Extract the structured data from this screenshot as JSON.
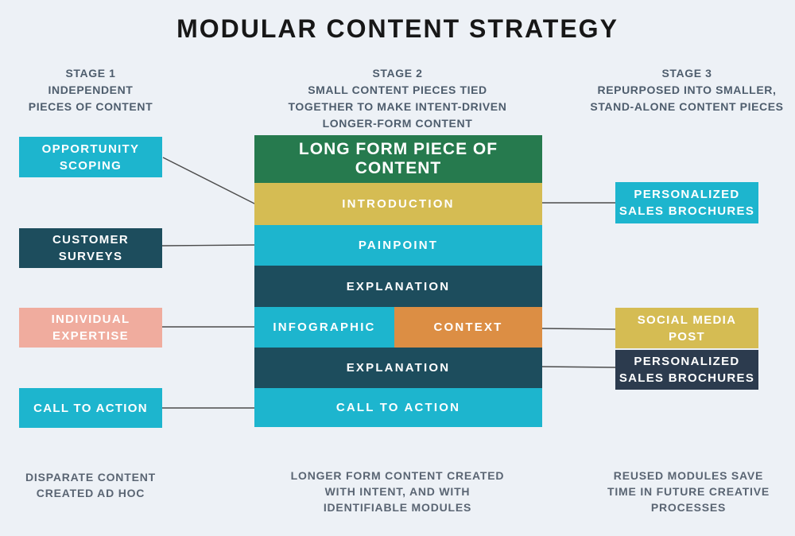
{
  "title": "MODULAR CONTENT STRATEGY",
  "colors": {
    "background": "#edf1f6",
    "cyan": "#1db5ce",
    "dark_teal": "#1d4d5d",
    "salmon": "#f0ac9e",
    "green": "#267a4e",
    "gold": "#d5bc53",
    "orange": "#dc8e44",
    "navy": "#2c3b4e",
    "title_text": "#171717",
    "heading_text": "#4e5d6d",
    "caption_text": "#5a6573",
    "connector_line": "#4c4c4c"
  },
  "stages": [
    {
      "label": "STAGE 1\nINDEPENDENT\nPIECES OF CONTENT"
    },
    {
      "label": "STAGE 2\nSMALL CONTENT PIECES TIED\nTOGETHER TO MAKE INTENT-DRIVEN\nLONGER-FORM CONTENT"
    },
    {
      "label": "STAGE 3\nREPURPOSED INTO SMALLER,\nSTAND-ALONE CONTENT PIECES"
    }
  ],
  "left_boxes": [
    {
      "label": "OPPORTUNITY\nSCOPING",
      "color": "#1db5ce"
    },
    {
      "label": "CUSTOMER\nSURVEYS",
      "color": "#1d4d5d"
    },
    {
      "label": "INDIVIDUAL\nEXPERTISE",
      "color": "#f0ac9e"
    },
    {
      "label": "CALL TO ACTION",
      "color": "#1db5ce"
    }
  ],
  "stack": {
    "header": {
      "label": "LONG FORM PIECE OF CONTENT",
      "color": "#267a4e"
    },
    "rows": [
      {
        "label": "INTRODUCTION",
        "color": "#d5bc53"
      },
      {
        "label": "PAINPOINT",
        "color": "#1db5ce"
      },
      {
        "label": "EXPLANATION",
        "color": "#1d4d5d"
      },
      {
        "label": "EXPLANATION",
        "color": "#1d4d5d"
      },
      {
        "label": "CALL TO ACTION",
        "color": "#1db5ce"
      }
    ],
    "split_row": {
      "left": {
        "label": "INFOGRAPHIC",
        "color": "#1db5ce"
      },
      "right": {
        "label": "CONTEXT",
        "color": "#dc8e44"
      }
    }
  },
  "right_boxes": [
    {
      "label": "PERSONALIZED\nSALES BROCHURES",
      "color": "#1db5ce"
    },
    {
      "label": "SOCIAL MEDIA\nPOST",
      "color": "#d5bc53"
    },
    {
      "label": "PERSONALIZED\nSALES BROCHURES",
      "color": "#2c3b4e"
    }
  ],
  "captions": [
    {
      "label": "DISPARATE CONTENT\nCREATED AD HOC"
    },
    {
      "label": "LONGER FORM CONTENT CREATED\nWITH INTENT, AND WITH\nIDENTIFIABLE MODULES"
    },
    {
      "label": "REUSED MODULES SAVE\nTIME IN FUTURE CREATIVE\nPROCESSES"
    }
  ]
}
